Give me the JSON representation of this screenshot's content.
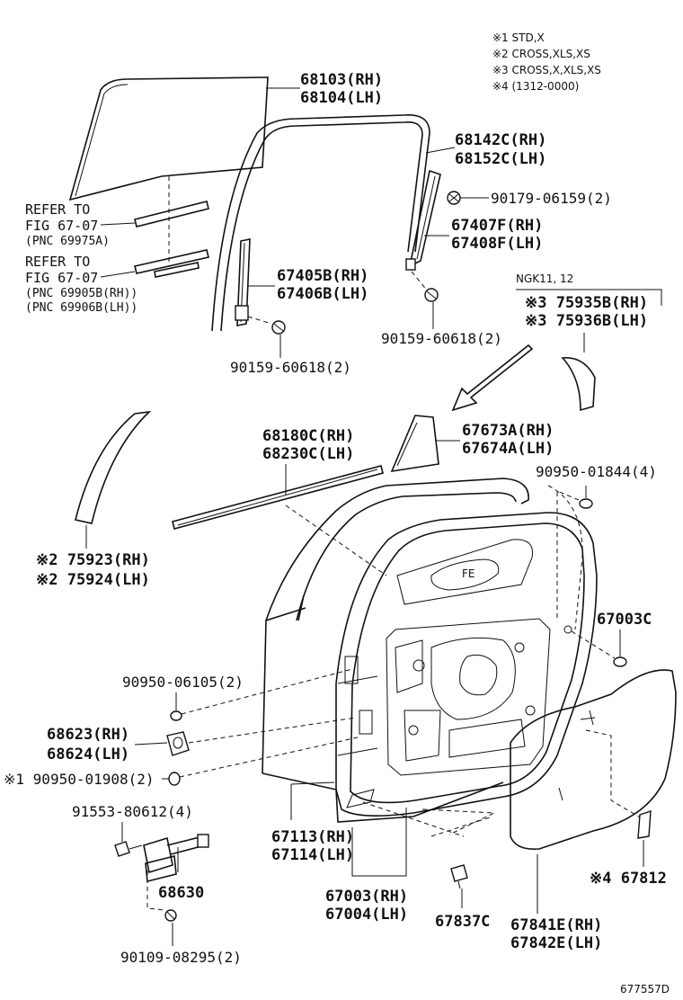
{
  "legend": [
    "※1 STD,X",
    "※2 CROSS,XLS,XS",
    "※3 CROSS,X,XLS,XS",
    "※4 (1312-0000)"
  ],
  "labels": {
    "glass_rh": "68103(RH)",
    "glass_lh": "68104(LH)",
    "run_rh": "68142C(RH)",
    "run_lh": "68152C(LH)",
    "bolt_90179": "90179-06159(2)",
    "sash_rh": "67407F(RH)",
    "sash_lh": "67408F(LH)",
    "refer1_a": "REFER TO",
    "refer1_b": "FIG 67-07",
    "refer1_c": "(PNC 69975A)",
    "refer2_a": "REFER TO",
    "refer2_b": "FIG 67-07",
    "refer2_c": "(PNC 69905B(RH))",
    "refer2_d": "(PNC 69906B(LH))",
    "div_rh": "67405B(RH)",
    "div_lh": "67406B(LH)",
    "ngk": "NGK11, 12",
    "garnish_rh": "※3 75935B(RH)",
    "garnish_lh": "※3 75936B(LH)",
    "bolt_90159_a": "90159-60618(2)",
    "bolt_90159_b": "90159-60618(2)",
    "belt_rh": "68180C(RH)",
    "belt_lh": "68230C(LH)",
    "cover_rh": "67673A(RH)",
    "cover_lh": "67674A(LH)",
    "plug_01844": "90950-01844(4)",
    "mould_rh": "※2 75923(RH)",
    "mould_lh": "※2 75924(LH)",
    "plug_67003c": "67003C",
    "plug_06105": "90950-06105(2)",
    "striker_rh": "68623(RH)",
    "striker_lh": "68624(LH)",
    "plug_01908": "※1 90950-01908(2)",
    "bolt_91553": "91553-80612(4)",
    "check": "68630",
    "weather_rh": "67113(RH)",
    "weather_lh": "67114(LH)",
    "panel_rh": "67003(RH)",
    "panel_lh": "67004(LH)",
    "clip": "67837C",
    "film_rh": "67841E(RH)",
    "film_lh": "67842E(LH)",
    "pad": "※4 67812",
    "bolt_08295": "90109-08295(2)",
    "figure_id": "677557D"
  }
}
